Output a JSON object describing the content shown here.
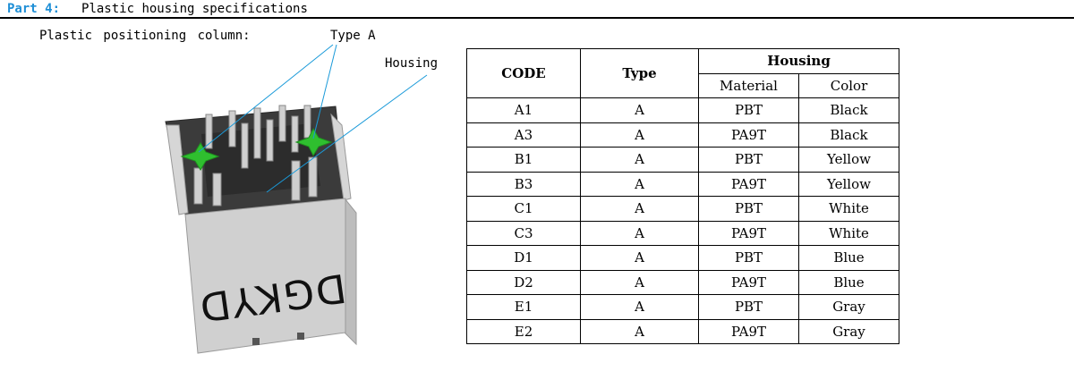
{
  "header": {
    "part_number": "Part 4:",
    "title": "Plastic housing specifications"
  },
  "figure": {
    "subtitle": "Plastic positioning column:",
    "callout_type": "Type A",
    "callout_housing": "Housing",
    "brand_mark": "DGKYD",
    "colors": {
      "housing_dark": "#3a3a3a",
      "housing_shell": "#cfcfcf",
      "positioning_column": "#2fbf2f",
      "callout_line": "#1a9ad9"
    }
  },
  "table": {
    "headers": {
      "code": "CODE",
      "type": "Type",
      "housing": "Housing",
      "material": "Material",
      "color": "Color"
    },
    "rows": [
      {
        "code": "A1",
        "type": "A",
        "material": "PBT",
        "color": "Black"
      },
      {
        "code": "A3",
        "type": "A",
        "material": "PA9T",
        "color": "Black"
      },
      {
        "code": "B1",
        "type": "A",
        "material": "PBT",
        "color": "Yellow"
      },
      {
        "code": "B3",
        "type": "A",
        "material": "PA9T",
        "color": "Yellow"
      },
      {
        "code": "C1",
        "type": "A",
        "material": "PBT",
        "color": "White"
      },
      {
        "code": "C3",
        "type": "A",
        "material": "PA9T",
        "color": "White"
      },
      {
        "code": "D1",
        "type": "A",
        "material": "PBT",
        "color": "Blue"
      },
      {
        "code": "D2",
        "type": "A",
        "material": "PA9T",
        "color": "Blue"
      },
      {
        "code": "E1",
        "type": "A",
        "material": "PBT",
        "color": "Gray"
      },
      {
        "code": "E2",
        "type": "A",
        "material": "PA9T",
        "color": "Gray"
      }
    ]
  }
}
